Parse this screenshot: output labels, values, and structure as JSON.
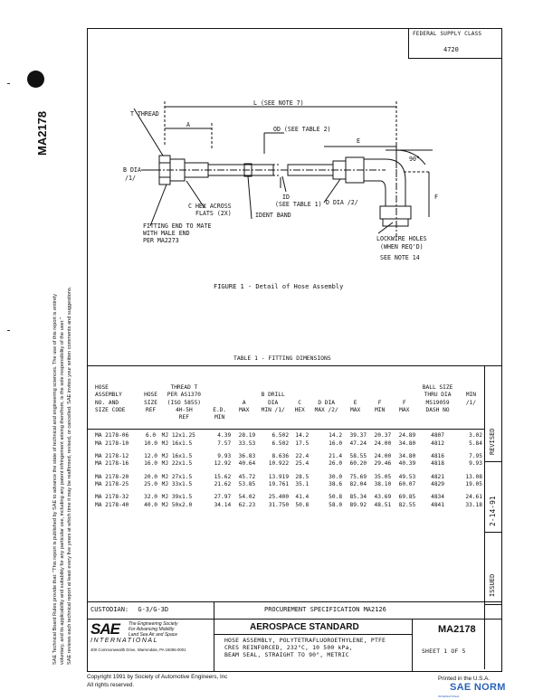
{
  "side_notice": [
    "SAE Technical Board Rules provide that: \"This report is published by SAE to advance the state of technical and engineering sciences. The use of this report is entirely",
    "voluntary, and its applicability and suitability for any particular use, including any patent infringement arising therefrom, is the sole responsibility of the user.\"",
    "SAE reviews each technical report at least every five years at which time it may be reaffirmed, revised, or cancelled. SAE invites your written comments and suggestions."
  ],
  "doc_number_side": "MA2178",
  "federal_supply_class": {
    "label": "FEDERAL SUPPLY CLASS",
    "value": "4720"
  },
  "revision": {
    "revised": "REVISED",
    "date": "2-14-91",
    "issued": "ISSUED"
  },
  "figure": {
    "caption": "FIGURE 1 - Detail of Hose Assembly",
    "labels": {
      "t_thread": "T THREAD",
      "l_note": "L (SEE NOTE 7)",
      "a": "A",
      "od": "OD (SEE TABLE 2)",
      "e": "E",
      "angle": "90°",
      "b_dia": "B DIA",
      "b_ref": "/1/",
      "f": "F",
      "c_hex": "C HEX ACROSS",
      "flats": "FLATS (2X)",
      "id": "ID",
      "see_table1": "(SEE TABLE 1)",
      "ident_band": "IDENT BAND",
      "d_dia": "D DIA /2/",
      "fitting_end": "FITTING END TO MATE",
      "with_male": "WITH MALE END",
      "per_ma": "PER MA2273",
      "lockwire": "LOCKWIRE HOLES",
      "when_req": "(WHEN REQ'D)",
      "see_note": "SEE NOTE 14"
    }
  },
  "table1": {
    "title": "TABLE 1 - FITTING DIMENSIONS",
    "headers": [
      [
        "HOSE",
        "",
        "THREAD T",
        "",
        "",
        "",
        "",
        "",
        "",
        "",
        "",
        "BALL SIZE",
        ""
      ],
      [
        "ASSEMBLY",
        "HOSE",
        "PER AS1370",
        "",
        "",
        "B DRILL",
        "",
        "",
        "",
        "",
        "",
        "THRU DIA",
        "MIN"
      ],
      [
        "NO. AND",
        "SIZE",
        "(ISO 5855)",
        "",
        "A",
        "DIA",
        "C",
        "D DIA",
        "E",
        "F",
        "F",
        "MS19059",
        "/1/"
      ],
      [
        "SIZE CODE",
        "REF",
        "4H-5H",
        "E.D.",
        "MAX",
        "MIN /1/",
        "HEX",
        "MAX /2/",
        "MAX",
        "MIN",
        "MAX",
        "DASH NO",
        ""
      ],
      [
        "",
        "",
        "REF",
        "MIN",
        "",
        "",
        "",
        "",
        "",
        "",
        "",
        "",
        ""
      ]
    ],
    "groups": [
      [
        [
          "MA 2178-06",
          "6.0",
          "MJ 12x1.25",
          "4.39",
          "28.19",
          "6.502",
          "14.2",
          "14.2",
          "39.37",
          "20.37",
          "24.89",
          "4807",
          "3.02"
        ],
        [
          "MA 2178-10",
          "10.0",
          "MJ 16x1.5",
          "7.57",
          "33.53",
          "6.502",
          "17.5",
          "16.0",
          "47.24",
          "24.00",
          "34.80",
          "4812",
          "5.84"
        ]
      ],
      [
        [
          "MA 2178-12",
          "12.0",
          "MJ 16x1.5",
          "9.93",
          "36.83",
          "8.636",
          "22.4",
          "21.4",
          "58.55",
          "24.00",
          "34.80",
          "4816",
          "7.95"
        ],
        [
          "MA 2178-16",
          "16.0",
          "MJ 22x1.5",
          "12.92",
          "40.64",
          "10.922",
          "25.4",
          "26.0",
          "60.20",
          "29.46",
          "40.39",
          "4818",
          "9.93"
        ]
      ],
      [
        [
          "MA 2178-20",
          "20.0",
          "MJ 27x1.5",
          "15.62",
          "45.72",
          "13.919",
          "28.5",
          "30.0",
          "75.69",
          "35.05",
          "49.53",
          "4821",
          "13.08"
        ],
        [
          "MA 2178-25",
          "25.0",
          "MJ 33x1.5",
          "21.62",
          "53.85",
          "19.761",
          "35.1",
          "38.6",
          "82.04",
          "38.10",
          "60.07",
          "4829",
          "19.05"
        ]
      ],
      [
        [
          "MA 2178-32",
          "32.0",
          "MJ 39x1.5",
          "27.97",
          "54.02",
          "25.400",
          "41.4",
          "50.8",
          "85.34",
          "43.69",
          "69.85",
          "4834",
          "24.61"
        ],
        [
          "MA 2178-40",
          "40.0",
          "MJ 50x2.0",
          "34.14",
          "62.23",
          "31.750",
          "50.8",
          "58.0",
          "89.92",
          "48.51",
          "82.55",
          "4841",
          "33.18"
        ]
      ]
    ]
  },
  "custodian": {
    "label": "CUSTODIAN:",
    "value": "G-3/G-3D"
  },
  "procurement": "PROCUREMENT SPECIFICATION MA2126",
  "sae_block": {
    "logo": "SAE",
    "international": "INTERNATIONAL",
    "tagline": [
      "The Engineering Society",
      "For Advancing Mobility",
      "Land Sea Air and Space"
    ],
    "address": "400 Commonwealth Drive, Warrendale, PA 15096-0001"
  },
  "standard": {
    "heading": "AEROSPACE STANDARD",
    "description": [
      "HOSE ASSEMBLY, POLYTETRAFLUOROETHYLENE, PTFE",
      "CRES REINFORCED, 232°C, 10 500 kPa,",
      "BEAM SEAL, STRAIGHT TO 90°, METRIC"
    ]
  },
  "doc_id": "MA2178",
  "sheet": "SHEET 1 OF 5",
  "copyright": [
    "Copyright 1991 by Society of Automotive Engineers, Inc",
    "All rights reserved."
  ],
  "printed": "Printed in the U.S.A.",
  "watermark": {
    "text": "SAE NORM",
    "sub": "INTERNATIONAL"
  }
}
